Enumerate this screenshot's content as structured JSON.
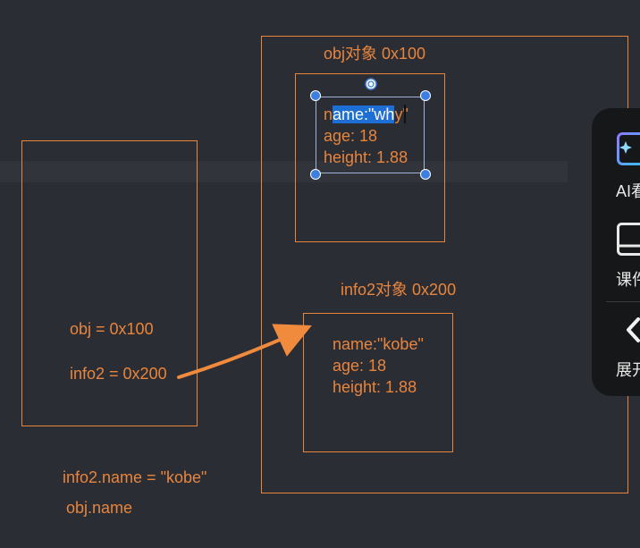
{
  "colors": {
    "background": "#2b2d35",
    "accent": "#e9853b",
    "panel": "#161719",
    "selection": "#1d6fd6"
  },
  "diagram": {
    "obj_title": "obj对象 0x100",
    "obj_fields": {
      "name_prefix": "n",
      "name_selected": "ame:\"wh",
      "name_suffix": "y\"",
      "age": "age: 18",
      "height": "height: 1.88"
    },
    "info2_title": "info2对象 0x200",
    "info2_fields": {
      "name": "name:\"kobe\"",
      "age": "age: 18",
      "height": "height: 1.88"
    },
    "stack": {
      "obj": "obj = 0x100",
      "info2": "info2 = 0x200"
    },
    "code": {
      "line1": "info2.name = \"kobe\"",
      "line2": "obj.name"
    }
  },
  "side_panel": {
    "items": [
      {
        "icon": "ai-icon",
        "label": "AI看"
      },
      {
        "icon": "courseware-icon",
        "label": "课件"
      },
      {
        "icon": "chevron-left-icon",
        "label": "展开"
      }
    ]
  }
}
